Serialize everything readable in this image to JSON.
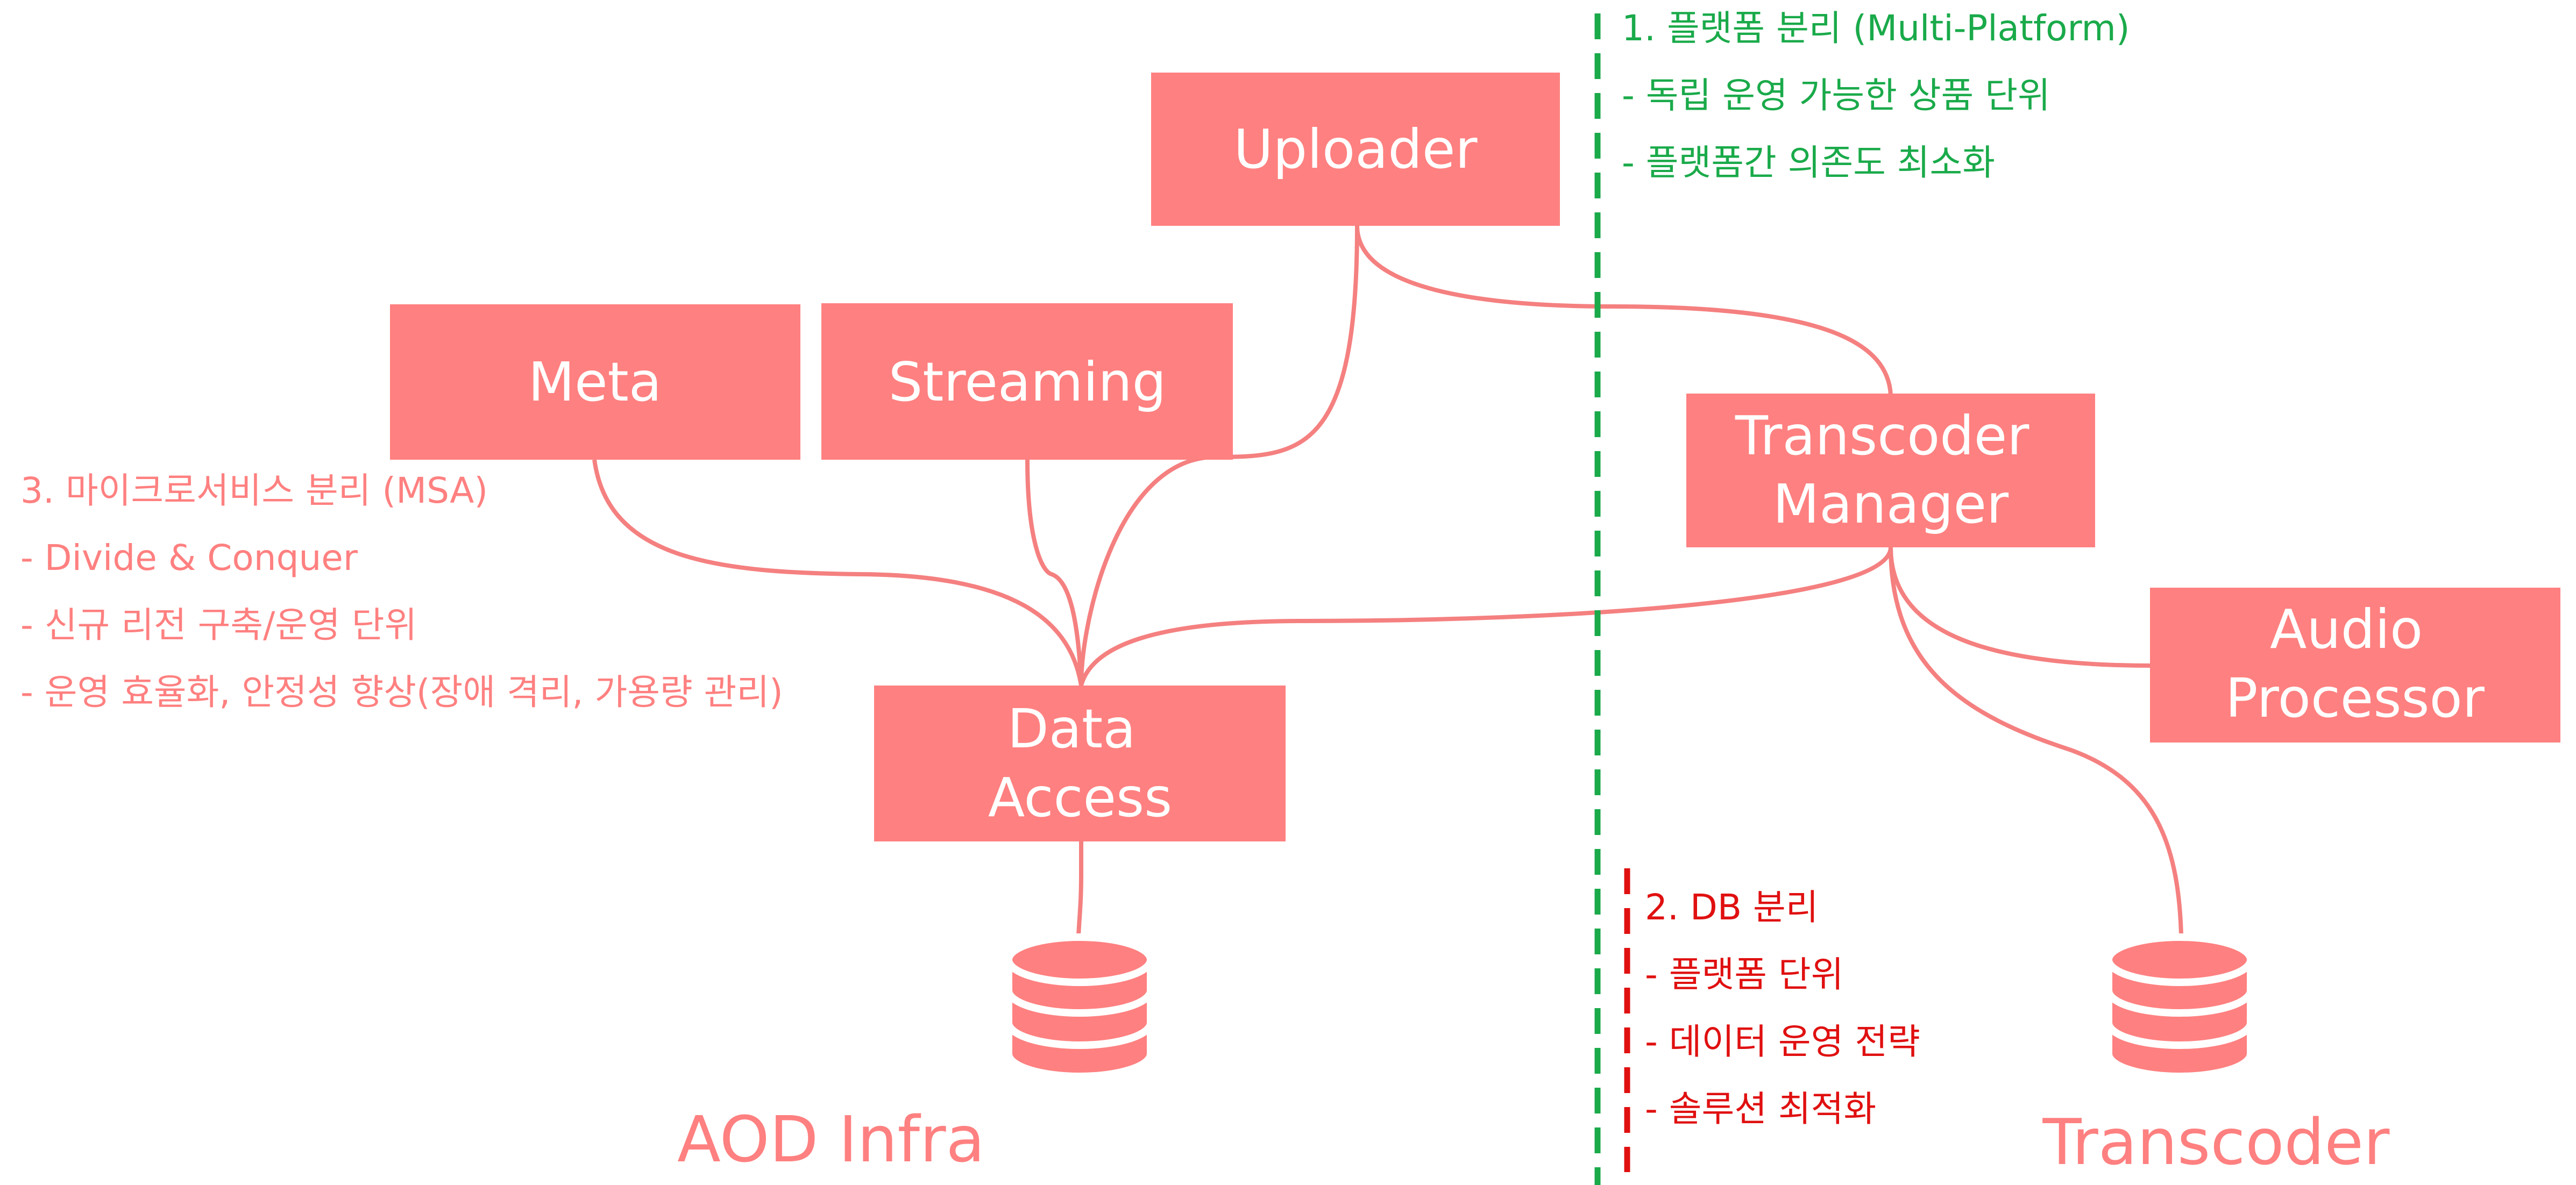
{
  "colors": {
    "box": "#ff8080",
    "connector": "#f58080",
    "platform_divider": "#1aaa4a",
    "db_divider": "#e01010",
    "msa_text": "#ff8080"
  },
  "boxes": {
    "uploader": [
      "Uploader"
    ],
    "meta": [
      "Meta"
    ],
    "streaming": [
      "Streaming"
    ],
    "transcoder_manager": [
      "Transcoder",
      "Manager"
    ],
    "audio_processor": [
      "Audio",
      "Processor"
    ],
    "data_access": [
      "Data",
      "Access"
    ]
  },
  "databases": [
    "database-icon",
    "database-icon"
  ],
  "captions": {
    "aod_infra": "AOD Infra",
    "transcoder": "Transcoder"
  },
  "notes": {
    "platform": [
      "1. 플랫폼 분리 (Multi-Platform)",
      "- 독립 운영 가능한 상품 단위",
      "- 플랫폼간 의존도 최소화"
    ],
    "db": [
      "2. DB 분리",
      "- 플랫폼 단위",
      "- 데이터 운영 전략",
      "- 솔루션 최적화"
    ],
    "msa": [
      "3. 마이크로서비스 분리 (MSA)",
      "- Divide & Conquer",
      "- 신규 리전 구축/운영 단위",
      "- 운영 효율화, 안정성 향상(장애 격리, 가용량 관리)"
    ]
  }
}
